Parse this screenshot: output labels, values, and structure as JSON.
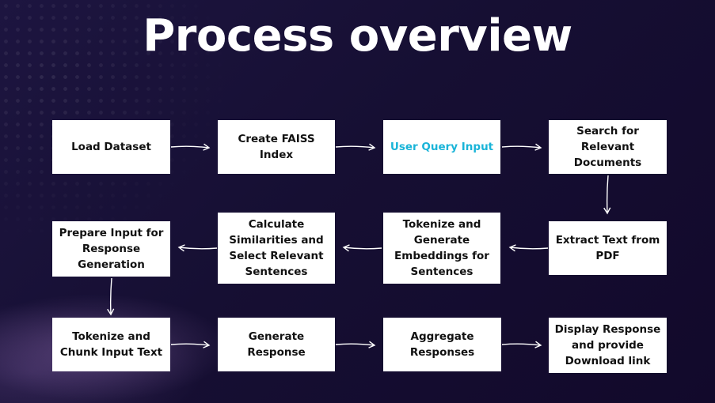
{
  "title": "Process overview",
  "colors": {
    "background": "#160f33",
    "box": "#ffffff",
    "highlight_text": "#19b4d8",
    "text": "#111111",
    "arrow": "#ffffff"
  },
  "steps": [
    {
      "label": "Load Dataset"
    },
    {
      "label": "Create FAISS Index"
    },
    {
      "label": "User Query Input",
      "highlight": true
    },
    {
      "label": "Search for Relevant Documents"
    },
    {
      "label": "Extract Text from PDF"
    },
    {
      "label": "Tokenize and Generate Embeddings for Sentences"
    },
    {
      "label": "Calculate Similarities and Select Relevant Sentences"
    },
    {
      "label": "Prepare Input for Response Generation"
    },
    {
      "label": "Tokenize and Chunk Input Text"
    },
    {
      "label": "Generate Response"
    },
    {
      "label": "Aggregate Responses"
    },
    {
      "label": "Display Response and provide Download link"
    }
  ]
}
